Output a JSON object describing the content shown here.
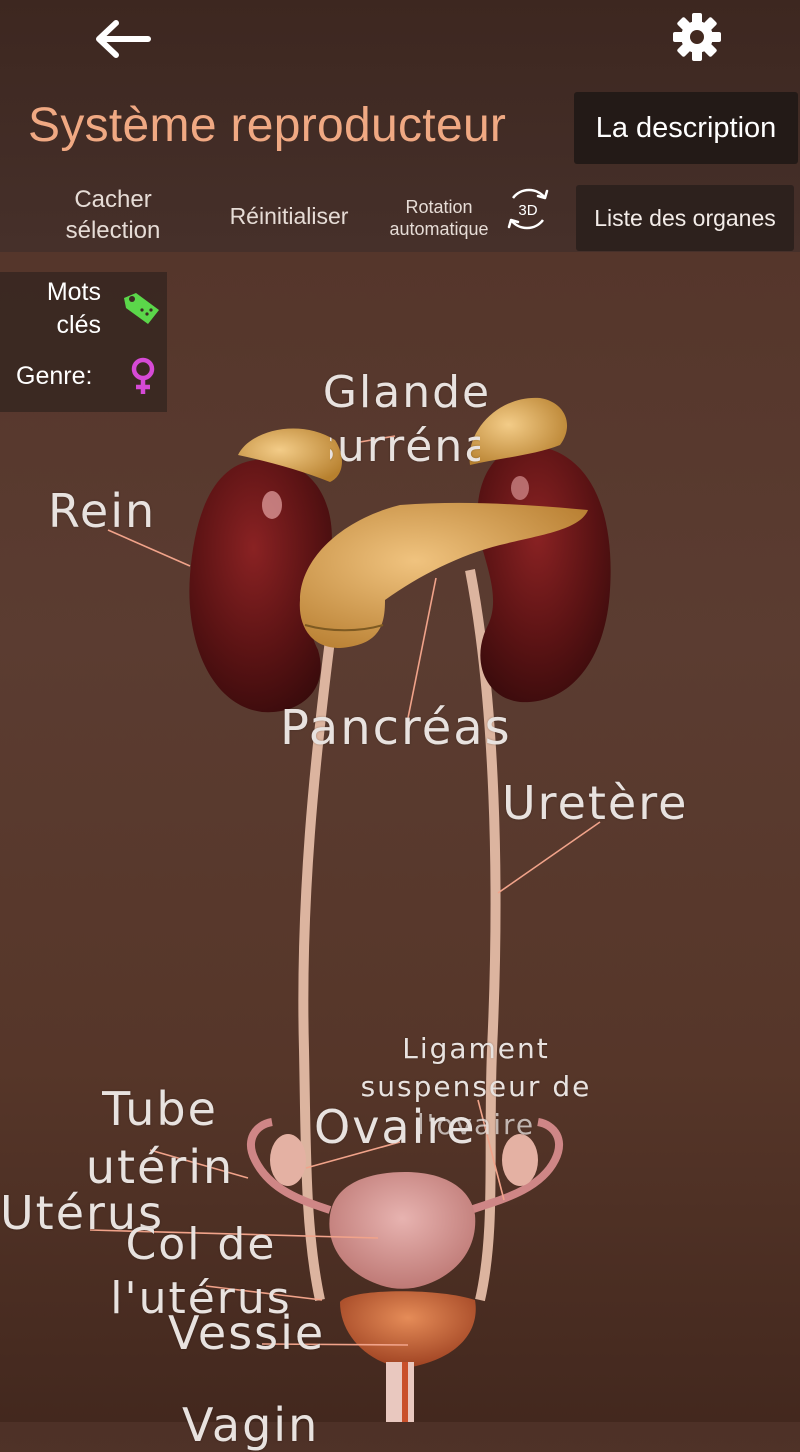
{
  "header": {
    "title": "Système reproducteur",
    "description_button": "La description",
    "back_icon": "arrow-left-icon",
    "settings_icon": "gear-icon",
    "title_color": "#f0a983"
  },
  "toolbar": {
    "hide_selection_line1": "Cacher",
    "hide_selection_line2": "sélection",
    "reset": "Réinitialiser",
    "auto_rotate_line1": "Rotation",
    "auto_rotate_line2": "automatique",
    "rotate_3d_badge": "3D",
    "organ_list_button": "Liste des organes"
  },
  "side_panel": {
    "keywords_line1": "Mots",
    "keywords_line2": "clés",
    "keywords_icon": "tag-icon",
    "tag_color": "#5bd64a",
    "gender_label": "Genre:",
    "gender_icon": "venus-icon",
    "gender_color": "#d64ad6"
  },
  "model_labels": {
    "adrenal_line1": "Glande",
    "adrenal_line2": "surrénale",
    "kidney": "Rein",
    "pancreas": "Pancréas",
    "ureter": "Uretère",
    "ligament_line1": "Ligament",
    "ligament_line2": "suspenseur de",
    "ligament_line3": "l'ovaire",
    "ovary": "Ovaire",
    "tube_line1": "Tube",
    "tube_line2": "utérin",
    "uterus": "Utérus",
    "cervix_line1": "Col de",
    "cervix_line2": "l'utérus",
    "bladder": "Vessie",
    "vagina": "Vagin"
  }
}
